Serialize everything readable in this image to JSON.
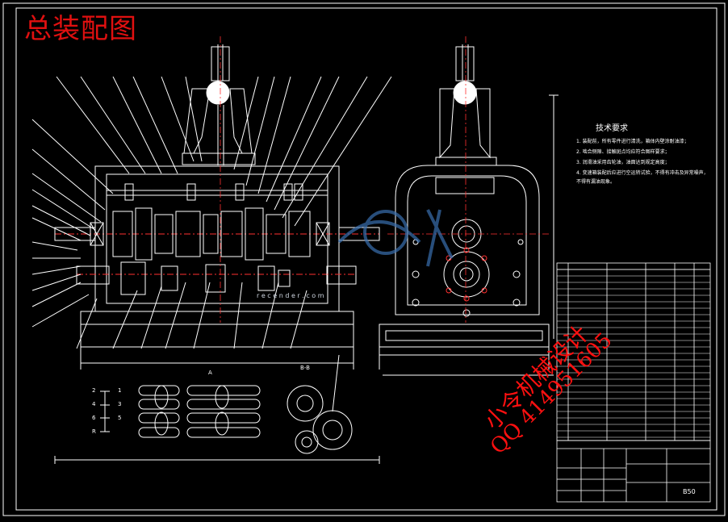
{
  "drawing": {
    "title": "总装配图",
    "tech_requirements_title": "技术要求",
    "tech_requirements": [
      "1. 装配前，所有零件进行清洗，箱体内壁涂耐油漆；",
      "2. 啮合侧隙、接触斑点均应符合图样要求；",
      "3. 润滑油采用齿轮油，油面达到规定高度；",
      "4. 变速箱装配后应进行空运转试验，不得有冲击及异常噪声，",
      "   不得有漏油现象。"
    ],
    "section_labels": {
      "view_b": "B-B",
      "view_a": "A"
    },
    "shift_pattern": {
      "left": [
        "2",
        "4",
        "6",
        "R"
      ],
      "right": [
        "1",
        "3",
        "5"
      ]
    },
    "scale_text": "B50",
    "watermark": {
      "line1": "小令机械设计",
      "line2": "QQ 414951605"
    },
    "overlay_url": "r e c e n d e r . c o m"
  },
  "colors": {
    "background": "#000000",
    "lines": "#ffffff",
    "center_lines": "#ff3030",
    "leaders": "#ffffff",
    "watermark_red": "#ff1010",
    "overlay_blue": "#3a6fb0"
  }
}
